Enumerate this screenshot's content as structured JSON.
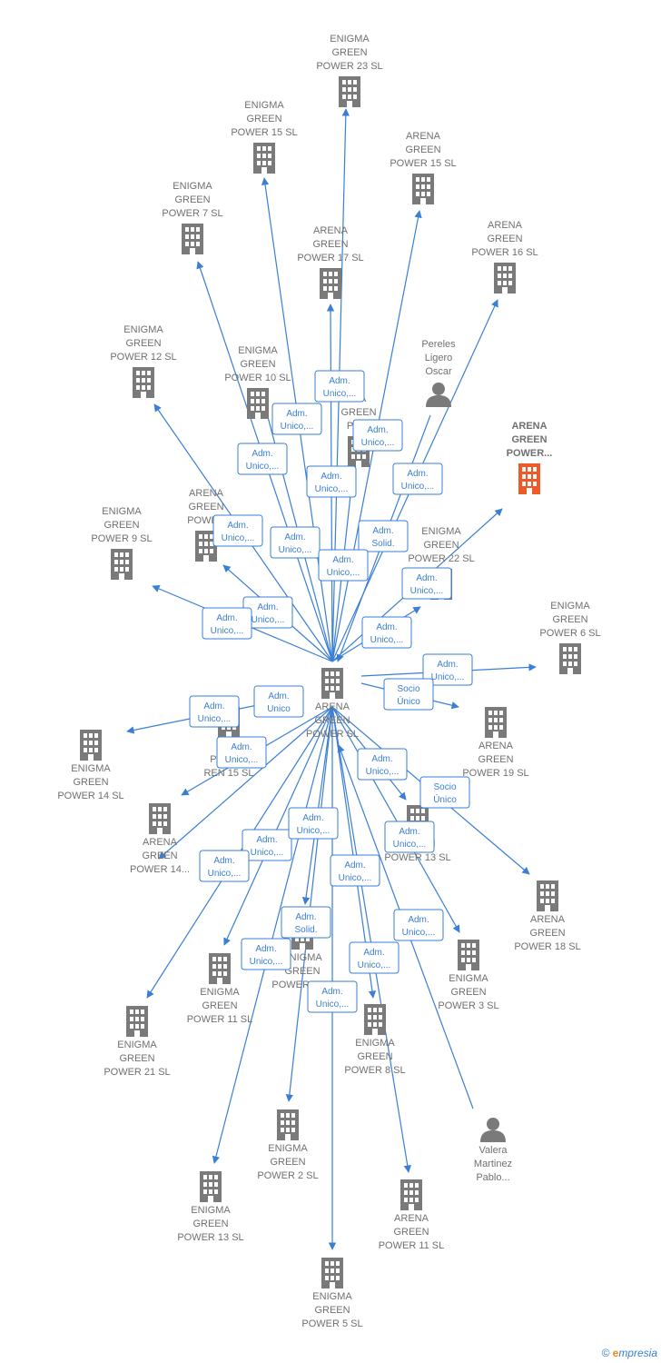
{
  "colors": {
    "edge": "#3a7fd5",
    "building": "#7a7a7a",
    "highlight": "#f05a28",
    "badge_border": "#3a7fd5",
    "label": "#707070"
  },
  "brand": {
    "copyright": "©",
    "first_letter": "e",
    "rest": "mpresia"
  },
  "nodes": [
    {
      "id": "center",
      "type": "company",
      "lines": [
        "ARENA",
        "GREEN",
        "POWER  SL"
      ]
    },
    {
      "id": "eg23",
      "type": "company",
      "lines": [
        "ENIGMA",
        "GREEN",
        "POWER 23  SL"
      ]
    },
    {
      "id": "eg15",
      "type": "company",
      "lines": [
        "ENIGMA",
        "GREEN",
        "POWER 15  SL"
      ]
    },
    {
      "id": "ag15",
      "type": "company",
      "lines": [
        "ARENA",
        "GREEN",
        "POWER 15  SL"
      ]
    },
    {
      "id": "eg7",
      "type": "company",
      "lines": [
        "ENIGMA",
        "GREEN",
        "POWER 7  SL"
      ]
    },
    {
      "id": "ag17",
      "type": "company",
      "lines": [
        "ARENA",
        "GREEN",
        "POWER 17  SL"
      ]
    },
    {
      "id": "ag16",
      "type": "company",
      "lines": [
        "ARENA",
        "GREEN",
        "POWER 16  SL"
      ]
    },
    {
      "id": "eg12",
      "type": "company",
      "lines": [
        "ENIGMA",
        "GREEN",
        "POWER 12  SL"
      ]
    },
    {
      "id": "eg10",
      "type": "company",
      "lines": [
        "ENIGMA",
        "GREEN",
        "POWER 10  SL"
      ]
    },
    {
      "id": "pereles",
      "type": "person",
      "lines": [
        "Pereles",
        "Ligero",
        "Oscar"
      ]
    },
    {
      "id": "ma",
      "type": "company",
      "lines": [
        "MA",
        "GREEN",
        "POW"
      ]
    },
    {
      "id": "agp_hl",
      "type": "company_highlight",
      "lines": [
        "ARENA",
        "GREEN",
        "POWER..."
      ]
    },
    {
      "id": "a_green",
      "type": "company",
      "lines": [
        "ARENA",
        "GREEN",
        "POWER"
      ]
    },
    {
      "id": "eg9",
      "type": "company",
      "lines": [
        "ENIGMA",
        "GREEN",
        "POWER 9  SL"
      ]
    },
    {
      "id": "eg22",
      "type": "company",
      "lines": [
        "ENIGMA",
        "GREEN",
        "POWER 22  SL"
      ]
    },
    {
      "id": "eg6",
      "type": "company",
      "lines": [
        "ENIGMA",
        "GREEN",
        "POWER 6  SL"
      ]
    },
    {
      "id": "eg14",
      "type": "company",
      "lines": [
        "ENIGMA",
        "GREEN",
        "POWER 14  SL"
      ]
    },
    {
      "id": "ren15",
      "type": "company",
      "lines": [
        "S",
        "POWER",
        "REN 15  SL"
      ]
    },
    {
      "id": "ag19",
      "type": "company",
      "lines": [
        "ARENA",
        "GREEN",
        "POWER 19  SL"
      ]
    },
    {
      "id": "ag14",
      "type": "company",
      "lines": [
        "ARENA",
        "GREEN",
        "POWER 14..."
      ]
    },
    {
      "id": "ag13",
      "type": "company",
      "lines": [
        "GREEN",
        "POWER 13  SL"
      ]
    },
    {
      "id": "ag18",
      "type": "company",
      "lines": [
        "ARENA",
        "GREEN",
        "POWER 18  SL"
      ]
    },
    {
      "id": "eg1",
      "type": "company",
      "lines": [
        "ENIGMA",
        "GREEN",
        "POWER 1  SL"
      ]
    },
    {
      "id": "eg11",
      "type": "company",
      "lines": [
        "ENIGMA",
        "GREEN",
        "POWER 11  SL"
      ]
    },
    {
      "id": "eg3",
      "type": "company",
      "lines": [
        "ENIGMA",
        "GREEN",
        "POWER 3  SL"
      ]
    },
    {
      "id": "eg21",
      "type": "company",
      "lines": [
        "ENIGMA",
        "GREEN",
        "POWER 21  SL"
      ]
    },
    {
      "id": "eg8",
      "type": "company",
      "lines": [
        "ENIGMA",
        "GREEN",
        "POWER 8  SL"
      ]
    },
    {
      "id": "valera",
      "type": "person",
      "lines": [
        "Valera",
        "Martinez",
        "Pablo..."
      ]
    },
    {
      "id": "eg2",
      "type": "company",
      "lines": [
        "ENIGMA",
        "GREEN",
        "POWER 2  SL"
      ]
    },
    {
      "id": "eg13",
      "type": "company",
      "lines": [
        "ENIGMA",
        "GREEN",
        "POWER 13  SL"
      ]
    },
    {
      "id": "ag11",
      "type": "company",
      "lines": [
        "ARENA",
        "GREEN",
        "POWER 11  SL"
      ]
    },
    {
      "id": "eg5",
      "type": "company",
      "lines": [
        "ENIGMA",
        "GREEN",
        "POWER 5  SL"
      ]
    }
  ],
  "edges": [
    {
      "from": "center",
      "to": "eg23"
    },
    {
      "from": "center",
      "to": "eg15"
    },
    {
      "from": "center",
      "to": "ag15"
    },
    {
      "from": "center",
      "to": "eg7"
    },
    {
      "from": "center",
      "to": "ag17"
    },
    {
      "from": "center",
      "to": "ag16"
    },
    {
      "from": "center",
      "to": "eg12"
    },
    {
      "from": "center",
      "to": "eg10"
    },
    {
      "from": "center",
      "to": "ma"
    },
    {
      "from": "center",
      "to": "agp_hl"
    },
    {
      "from": "center",
      "to": "a_green"
    },
    {
      "from": "center",
      "to": "eg9"
    },
    {
      "from": "center",
      "to": "eg22"
    },
    {
      "from": "center",
      "to": "eg6"
    },
    {
      "from": "center",
      "to": "ag19"
    },
    {
      "from": "center",
      "to": "eg14"
    },
    {
      "from": "center",
      "to": "ren15"
    },
    {
      "from": "center",
      "to": "ag14"
    },
    {
      "from": "center",
      "to": "ag13"
    },
    {
      "from": "center",
      "to": "ag18"
    },
    {
      "from": "center",
      "to": "eg1"
    },
    {
      "from": "center",
      "to": "eg11"
    },
    {
      "from": "center",
      "to": "eg3"
    },
    {
      "from": "center",
      "to": "eg21"
    },
    {
      "from": "center",
      "to": "eg8"
    },
    {
      "from": "center",
      "to": "eg2"
    },
    {
      "from": "center",
      "to": "eg13"
    },
    {
      "from": "center",
      "to": "ag11"
    },
    {
      "from": "center",
      "to": "eg5"
    },
    {
      "from": "pereles",
      "to": "center"
    },
    {
      "from": "valera",
      "to": "center"
    }
  ],
  "badges": [
    {
      "lines": [
        "Adm.",
        "Unico,..."
      ]
    },
    {
      "lines": [
        "Adm.",
        "Unico,..."
      ]
    },
    {
      "lines": [
        "Adm.",
        "Unico,..."
      ]
    },
    {
      "lines": [
        "Adm.",
        "Unico,..."
      ]
    },
    {
      "lines": [
        "Adm.",
        "Unico,..."
      ]
    },
    {
      "lines": [
        "Adm.",
        "Unico,..."
      ]
    },
    {
      "lines": [
        "Adm.",
        "Unico,..."
      ]
    },
    {
      "lines": [
        "Adm.",
        "Unico,..."
      ]
    },
    {
      "lines": [
        "Adm.",
        "Solid."
      ]
    },
    {
      "lines": [
        "Adm.",
        "Unico,..."
      ]
    },
    {
      "lines": [
        "Adm.",
        "Unico,..."
      ]
    },
    {
      "lines": [
        "Adm.",
        "Unico,..."
      ]
    },
    {
      "lines": [
        "Adm.",
        "Unico,..."
      ]
    },
    {
      "lines": [
        "Adm.",
        "Unico,..."
      ]
    },
    {
      "lines": [
        "Adm.",
        "Unico,..."
      ]
    },
    {
      "lines": [
        "Socio",
        "Único"
      ]
    },
    {
      "lines": [
        "Adm.",
        "Unico,..."
      ]
    },
    {
      "lines": [
        "Adm.",
        "Unico"
      ]
    },
    {
      "lines": [
        "Adm.",
        "Unico,..."
      ]
    },
    {
      "lines": [
        "Adm.",
        "Unico,..."
      ]
    },
    {
      "lines": [
        "Socio",
        "Único"
      ]
    },
    {
      "lines": [
        "Adm.",
        "Unico,..."
      ]
    },
    {
      "lines": [
        "Adm.",
        "Unico,..."
      ]
    },
    {
      "lines": [
        "Adm.",
        "Unico,..."
      ]
    },
    {
      "lines": [
        "Adm.",
        "Unico,..."
      ]
    },
    {
      "lines": [
        "Adm.",
        "Unico,..."
      ]
    },
    {
      "lines": [
        "Adm.",
        "Solid."
      ]
    },
    {
      "lines": [
        "Adm.",
        "Unico,..."
      ]
    },
    {
      "lines": [
        "Adm.",
        "Unico,..."
      ]
    },
    {
      "lines": [
        "Adm.",
        "Unico,..."
      ]
    },
    {
      "lines": [
        "Adm.",
        "Unico,..."
      ]
    }
  ]
}
